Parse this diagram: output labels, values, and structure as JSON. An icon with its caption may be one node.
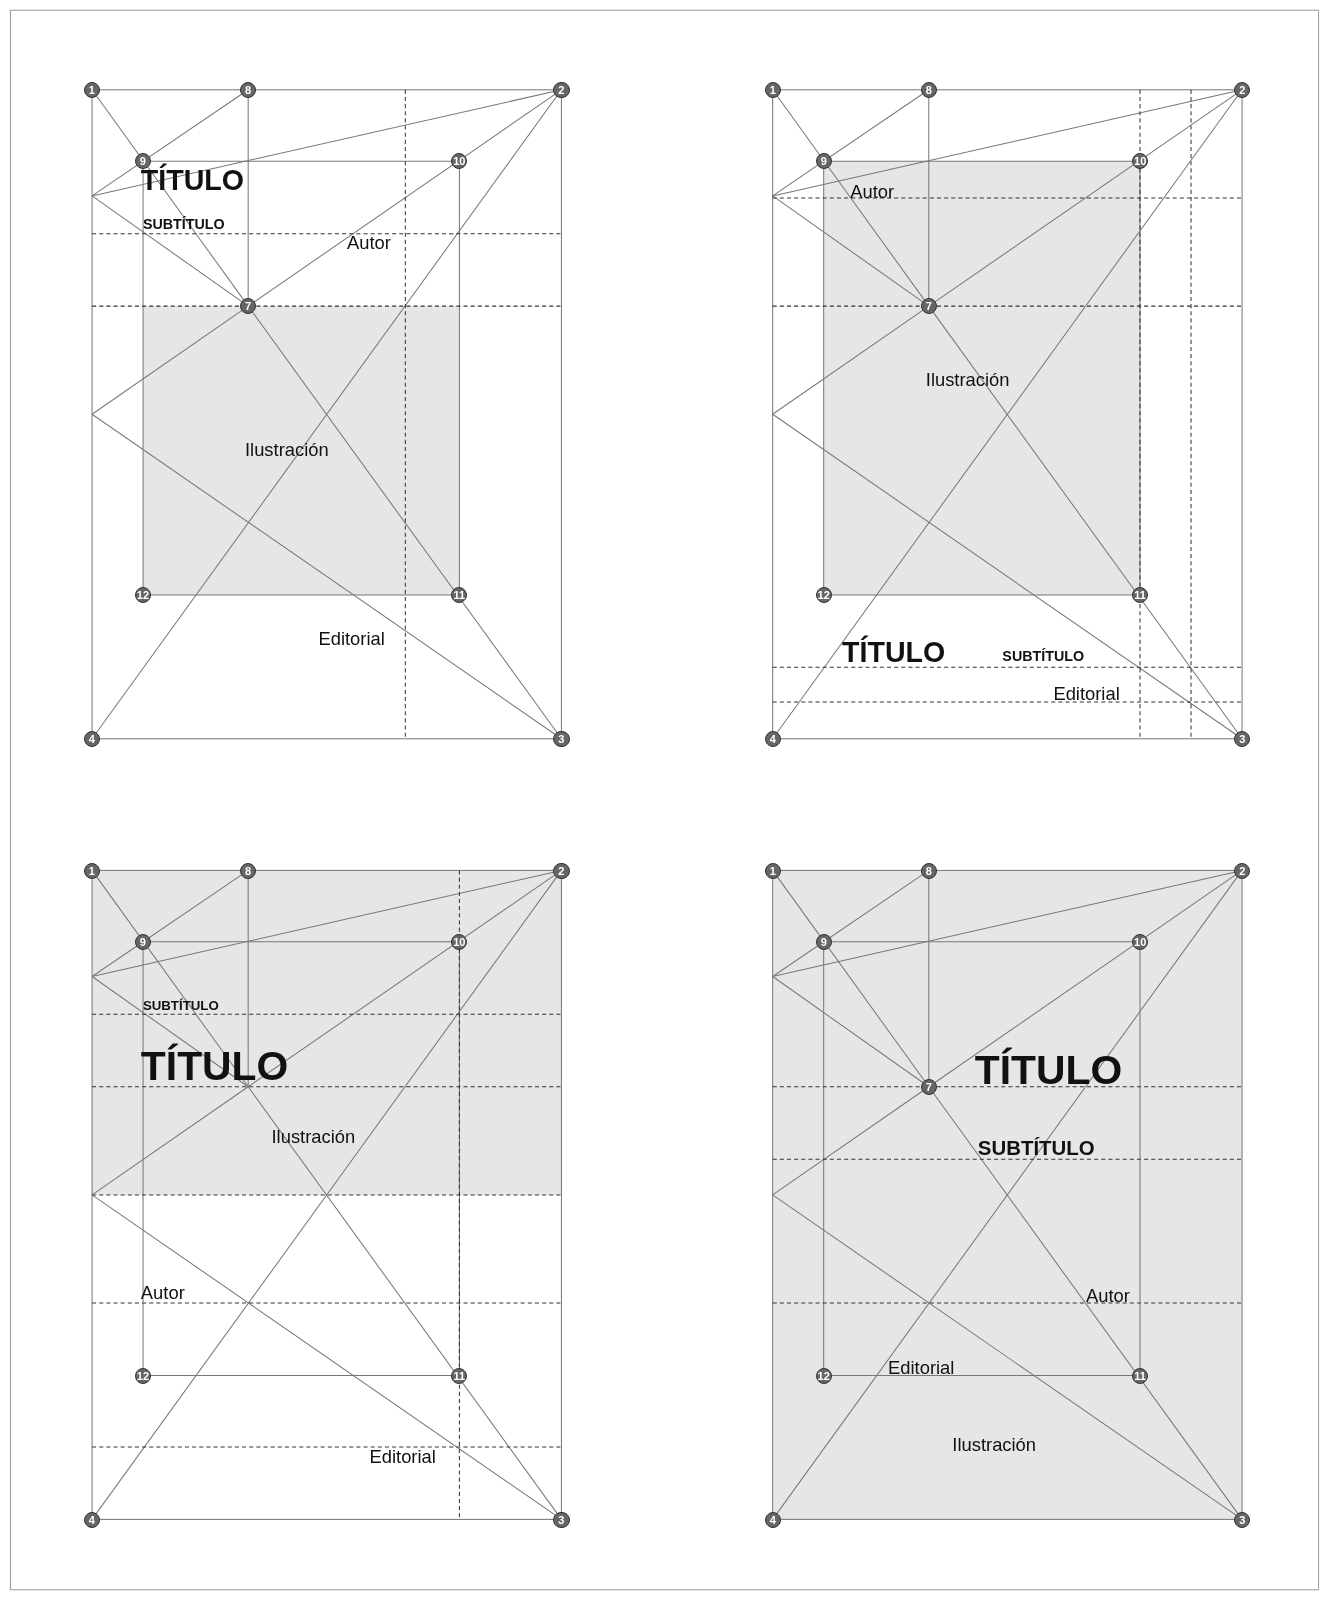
{
  "diagram": {
    "labels": [
      "1",
      "8",
      "2",
      "9",
      "10",
      "TÍTULO",
      "SUBTÍTULO",
      "Autor",
      "7",
      "Ilustración",
      "12",
      "11",
      "Editorial",
      "4",
      "3",
      "1",
      "8",
      "2",
      "9",
      "10",
      "Autor",
      "7",
      "Ilustración",
      "12",
      "11",
      "TÍTULO",
      "SUBTÍTULO",
      "Editorial",
      "4",
      "3",
      "1",
      "8",
      "2",
      "9",
      "10",
      "SUBTÍTULO",
      "TÍTULO",
      "Ilustración",
      "Autor",
      "12",
      "11",
      "Editorial",
      "4",
      "3",
      "1",
      "8",
      "2",
      "9",
      "10",
      "7",
      "TÍTULO",
      "SUBTÍTULO",
      "Autor",
      "Editorial",
      "12",
      "11",
      "Ilustración",
      "4",
      "3"
    ]
  }
}
